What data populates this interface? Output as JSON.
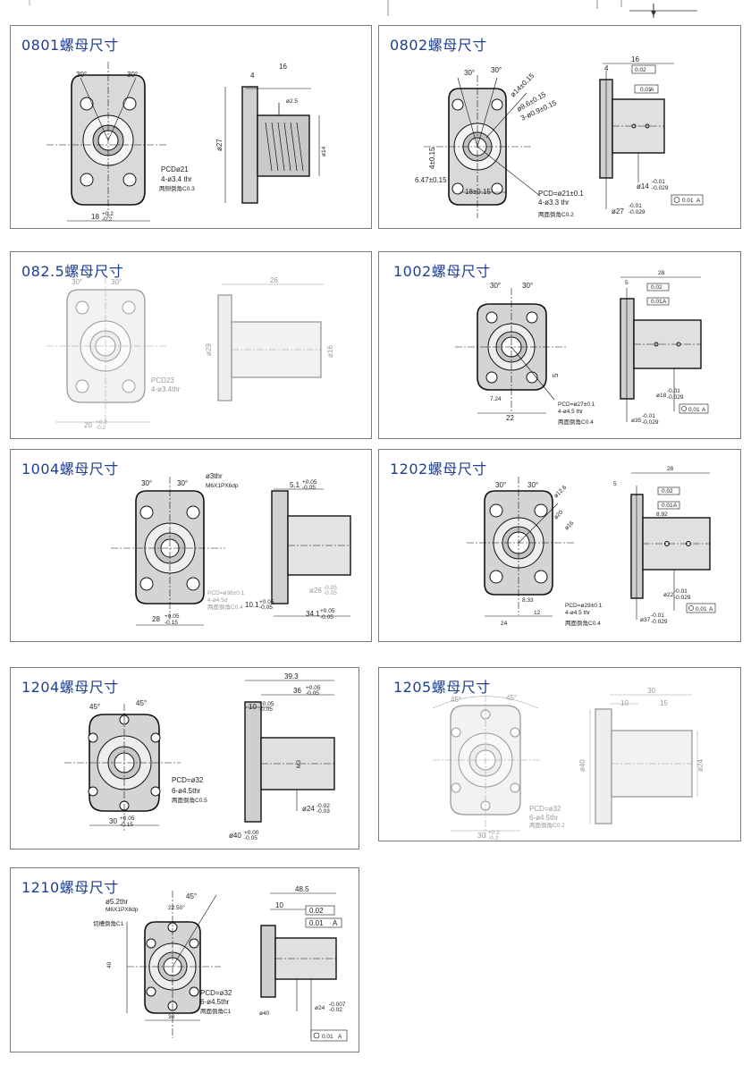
{
  "panels": [
    {
      "id": "0801",
      "title": "0801螺母尺寸",
      "front": {
        "angle_left": "30°",
        "angle_right": "30°",
        "pcd": "PCDø21",
        "holes": "4-ø3.4 thr",
        "chamfer": "两侧倒角C0.3",
        "width": "18",
        "width_tol_upper": "+0.2",
        "width_tol_lower": "-0.2"
      },
      "side": {
        "length": "16",
        "flange": "4",
        "hole": "ø2.5",
        "outer_dia": "ø27",
        "body_dia": "ø14"
      }
    },
    {
      "id": "0802",
      "title": "0802螺母尺寸",
      "front": {
        "angle_left": "30°",
        "angle_right": "30°",
        "d1": "ø14±0.15",
        "d2": "ø8.6±0.15",
        "d3": "3-ø0.9±0.15",
        "h": "4±0.15",
        "off": "6.47±0.15",
        "width": "18±0.15",
        "pcd": "PCD=ø21±0.1",
        "holes": "4-ø3.3 thr",
        "chamfer": "两面倒角C0.2"
      },
      "side": {
        "length": "16",
        "flange": "4",
        "par": "0.02",
        "run": "0.01",
        "datum": "A",
        "body_dia": "ø14",
        "body_tol_u": "-0.01",
        "body_tol_l": "-0.029",
        "outer_dia": "ø27",
        "outer_tol_u": "-0.01",
        "outer_tol_l": "-0.029",
        "conc": "0.01"
      }
    },
    {
      "id": "082.5",
      "title": "082.5螺母尺寸",
      "faded": true,
      "front": {
        "angle_left": "30°",
        "angle_right": "30°",
        "pcd": "PCD23",
        "holes": "4-ø3.4thr",
        "width": "20",
        "width_tol_upper": "+0.2",
        "width_tol_lower": "-0.2"
      },
      "side": {
        "length": "26",
        "outer_dia": "ø29",
        "body_dia": "ø16"
      }
    },
    {
      "id": "1002",
      "title": "1002螺母尺寸",
      "front": {
        "angle_left": "30°",
        "angle_right": "30°",
        "a": "5",
        "b": "7.24",
        "width": "22",
        "pcd": "PCD=ø27±0.1",
        "holes": "4-ø4.5 thr",
        "chamfer": "两面倒角C0.4"
      },
      "side": {
        "length": "28",
        "flange": "5",
        "par": "0.02",
        "run": "0.01",
        "datum": "A",
        "body_dia": "ø18",
        "body_tol_u": "-0.01",
        "body_tol_l": "-0.029",
        "outer_dia": "ø35",
        "outer_tol_u": "-0.01",
        "outer_tol_l": "-0.029",
        "conc": "0.01"
      }
    },
    {
      "id": "1004",
      "title": "1004螺母尺寸",
      "front": {
        "angle_left": "30°",
        "angle_right": "30°",
        "thread": "ø3thr",
        "tap": "M6X1PX6dp",
        "width": "28",
        "width_tol_upper": "+0.05",
        "width_tol_lower": "-0.15",
        "pcd": "PCD=ø36±0.1",
        "holes": "4-ø4.5d",
        "chamfer": "两面倒角C0.4"
      },
      "side": {
        "top": "5.1",
        "top_tol_u": "+0.05",
        "top_tol_l": "-0.05",
        "flange": "10.1",
        "flange_tol_u": "+0.05",
        "flange_tol_l": "-0.05",
        "length": "34.1",
        "length_tol_u": "+0.05",
        "length_tol_l": "-0.05",
        "body_dia": "ø26",
        "body_tol_u": "-0.05",
        "body_tol_l": "-0.05"
      }
    },
    {
      "id": "1202",
      "title": "1202螺母尺寸",
      "front": {
        "angle_left": "30°",
        "angle_right": "30°",
        "d1": "ø12.6",
        "d2": "ø20",
        "d3": "ø16",
        "a": "8.33",
        "b": "12",
        "width": "24",
        "pcd": "PCD=ø29±0.1",
        "holes": "4-ø4.5 thr",
        "chamfer": "两面倒角C0.4"
      },
      "side": {
        "length": "28",
        "flange": "5",
        "par": "0.02",
        "run": "0.01",
        "datum": "A",
        "c": "8.92",
        "body_dia": "ø22",
        "body_tol_u": "-0.01",
        "body_tol_l": "-0.029",
        "outer_dia": "ø37",
        "outer_tol_u": "-0.01",
        "outer_tol_l": "-0.029",
        "conc": "0.01"
      }
    },
    {
      "id": "1204",
      "title": "1204螺母尺寸",
      "front": {
        "angle_left": "45°",
        "angle_right": "45°",
        "pcd": "PCD=ø32",
        "holes": "6-ø4.5thr",
        "chamfer": "两面倒角C0.5",
        "width": "30",
        "width_tol_upper": "+0.05",
        "width_tol_lower": "-0.15"
      },
      "side": {
        "length": "39.3",
        "inner": "36",
        "inner_tol_u": "+0.05",
        "inner_tol_l": "-0.05",
        "flange": "10",
        "flange_tol_u": "+0.05",
        "flange_tol_l": "-0.05",
        "body_dia": "ø24",
        "body_tol_u": "-0.02",
        "body_tol_l": "-0.03",
        "outer_dia": "ø40",
        "outer_tol_u": "+0.00",
        "outer_tol_l": "-0.05",
        "thread": "M3"
      }
    },
    {
      "id": "1205",
      "title": "1205螺母尺寸",
      "faded": true,
      "front": {
        "angle_left": "45°",
        "angle_right": "45°",
        "pcd": "PCD=ø32",
        "holes": "6-ø4.5thr",
        "chamfer": "两面倒角C0.2",
        "width": "30",
        "width_tol_upper": "+0.2",
        "width_tol_lower": "-0.2"
      },
      "side": {
        "length": "30",
        "flange": "10",
        "right": "15",
        "outer_dia": "ø40",
        "body_dia": "ø24"
      }
    },
    {
      "id": "1210",
      "title": "1210螺母尺寸",
      "front": {
        "thread": "ø5.2thr",
        "tap": "M6X1PX8dp",
        "angle_a": "22.50°",
        "angle_b": "45°",
        "chamfer_cut": "切槽倒角C1",
        "height": "40",
        "width": "30",
        "pcd": "PCD=ø32",
        "holes": "6-ø4.5thr",
        "chamfer": "两面倒角C1"
      },
      "side": {
        "length": "48.5",
        "flange": "10",
        "par": "0.02",
        "run": "0.01",
        "datum": "A",
        "outer_dia": "ø40",
        "body_dia": "ø24",
        "body_tol_u": "-0.007",
        "body_tol_l": "-0.02",
        "conc": "0.01"
      }
    }
  ]
}
